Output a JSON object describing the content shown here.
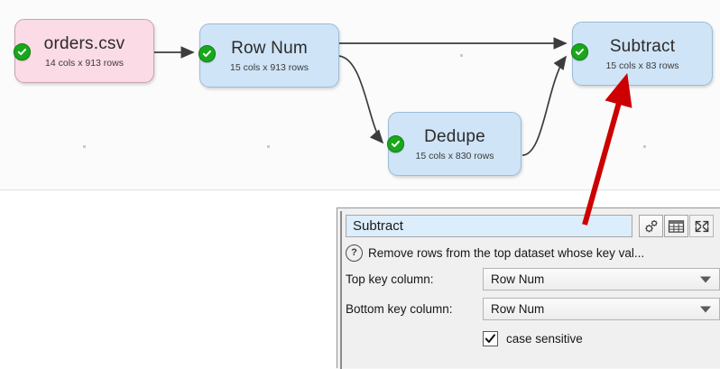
{
  "canvas": {
    "nodes": [
      {
        "id": "orders",
        "title": "orders.csv",
        "subtitle": "14 cols x 913 rows",
        "color": "pink",
        "status": "ok-check-icon"
      },
      {
        "id": "rownum",
        "title": "Row Num",
        "subtitle": "15 cols x 913 rows",
        "color": "blue",
        "status": "ok-check-icon"
      },
      {
        "id": "dedupe",
        "title": "Dedupe",
        "subtitle": "15 cols x 830 rows",
        "color": "blue",
        "status": "ok-check-icon"
      },
      {
        "id": "subtract",
        "title": "Subtract",
        "subtitle": "15 cols x 83 rows",
        "color": "blue",
        "status": "ok-check-icon"
      }
    ],
    "annotation": {
      "type": "arrow",
      "color": "#cc0000",
      "points_to": "subtract-node"
    }
  },
  "panel": {
    "title_value": "Subtract",
    "title_placeholder": "Item name",
    "buttons": [
      {
        "name": "settings-gears-icon",
        "label": ""
      },
      {
        "name": "table-grid-icon",
        "label": ""
      },
      {
        "name": "expand-arrows-icon",
        "label": ""
      }
    ],
    "help": {
      "icon": "question-mark-icon",
      "text": "Remove rows from the top dataset whose key val..."
    },
    "fields": [
      {
        "name": "top-key-column",
        "label": "Top key column:",
        "value": "Row Num"
      },
      {
        "name": "bottom-key-column",
        "label": "Bottom key column:",
        "value": "Row Num"
      }
    ],
    "checkbox": {
      "label": "case sensitive",
      "checked": true,
      "mark": "✓"
    }
  },
  "colors": {
    "node_blue": "#cfe4f7",
    "node_pink": "#fadbe6",
    "status_green": "#18a81b",
    "annotation_red": "#cc0000",
    "title_field_blue": "#dcedfb"
  }
}
